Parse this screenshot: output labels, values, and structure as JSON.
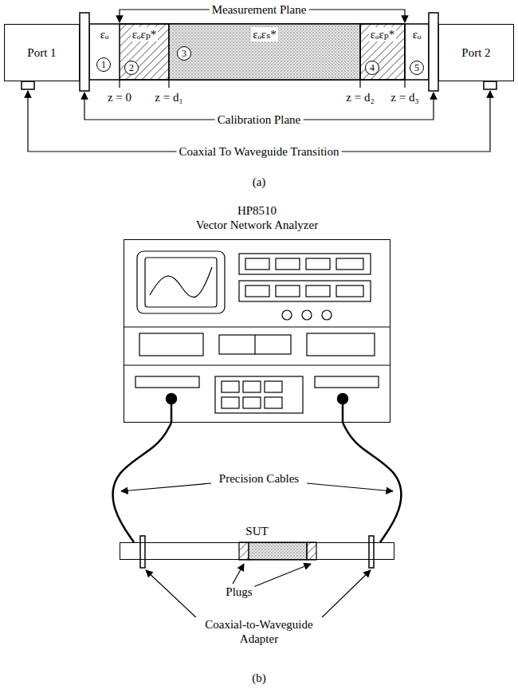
{
  "diagram": {
    "nodes": [
      {
        "text": [
          "Port 1"
        ]
      },
      {
        "text": [
          "εₒ"
        ]
      },
      {
        "text": [
          "1"
        ],
        "in": 1
      },
      {
        "text": [
          "εₒεₚ*"
        ]
      },
      {
        "text": [
          "2"
        ],
        "in": 3
      },
      {
        "text": [
          "εₒεₛ*"
        ]
      },
      {
        "text": [
          "3"
        ],
        "in": 5
      },
      {
        "text": [
          "εₒεₚ*"
        ]
      },
      {
        "text": [
          "4"
        ],
        "in": 7
      },
      {
        "text": [
          "εₒ"
        ]
      },
      {
        "text": [
          "5"
        ],
        "in": 9
      },
      {
        "text": [
          "Port 2"
        ]
      },
      {
        "text": [
          "HP8510",
          "Vector Network Analyzer"
        ]
      },
      {
        "text": [
          "SUT"
        ]
      }
    ],
    "edges": [
      {
        "from": 12,
        "to": 13,
        "arrow": "none"
      },
      {
        "from": 12,
        "to": 13,
        "arrow": "none"
      }
    ],
    "labels": [
      "Measurement Plane",
      "z = 0",
      "z = d₁",
      "z = d₂",
      "z = d₃",
      "Calibration Plane",
      "Coaxial To Waveguide Transition",
      "(a)",
      "Precision Cables",
      "Plugs",
      "Coaxial-to-Waveguide Adapter",
      "(b)"
    ]
  }
}
